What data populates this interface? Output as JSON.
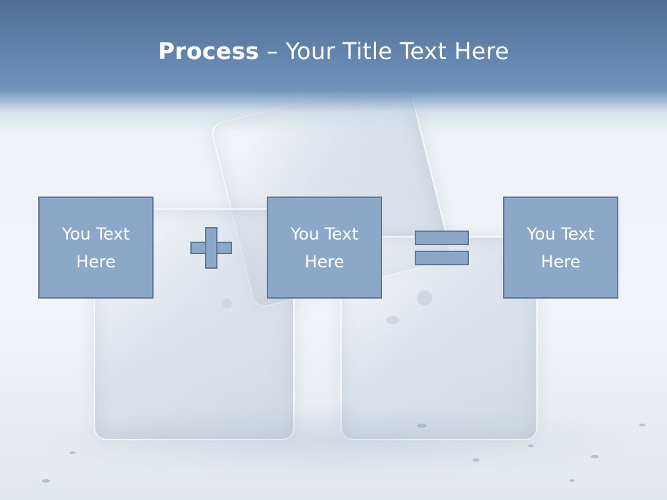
{
  "slide": {
    "title": {
      "bold": "Process",
      "rest": " – Your Title Text Here"
    },
    "boxes": [
      {
        "label": "You Text\nHere"
      },
      {
        "label": "You Text\nHere"
      },
      {
        "label": "You Text\nHere"
      }
    ],
    "operators": [
      "plus-icon",
      "equals-icon"
    ],
    "colors": {
      "title_band": "#6487b0",
      "box_fill": "#8da7c8",
      "box_border": "#5e7895",
      "text": "#ffffff"
    }
  }
}
